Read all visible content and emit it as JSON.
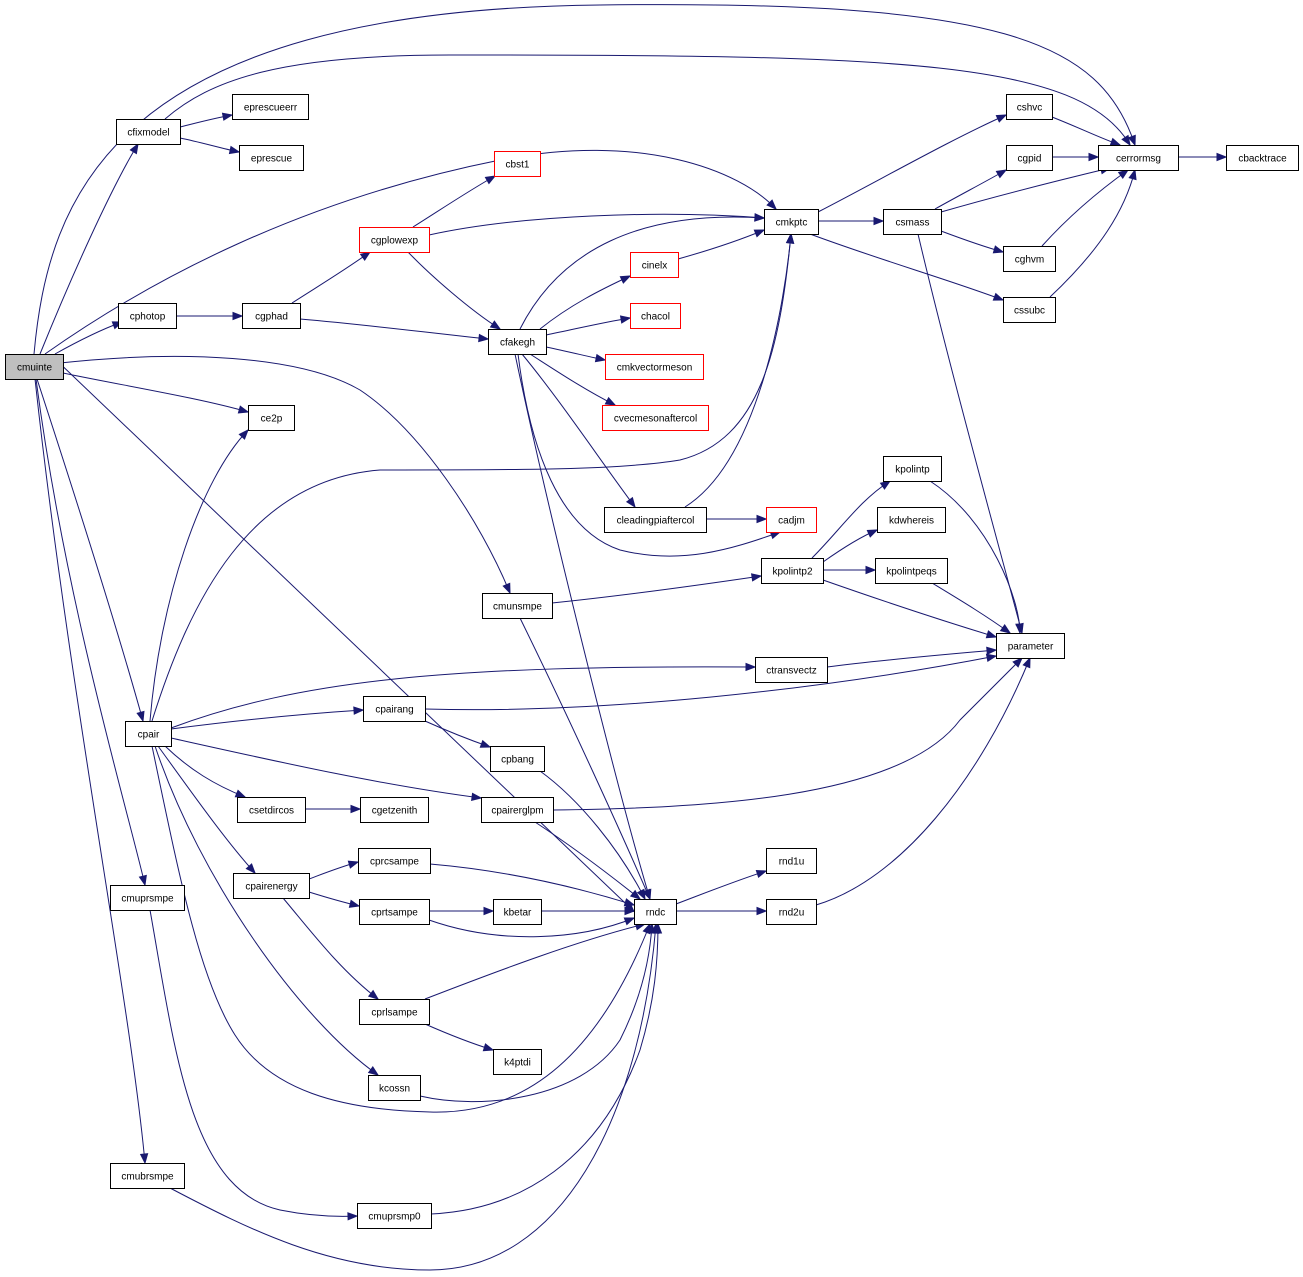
{
  "colors": {
    "edge": "#191970",
    "root_fill": "#bfbfbf",
    "node_fill": "#ffffff",
    "node_border": "#000000",
    "truncated_border": "#ff0000"
  },
  "nodes": [
    {
      "id": "cmuinte",
      "label": "cmuinte",
      "root": true
    },
    {
      "id": "cfixmodel",
      "label": "cfixmodel"
    },
    {
      "id": "eprescueerr",
      "label": "eprescueerr"
    },
    {
      "id": "eprescue",
      "label": "eprescue"
    },
    {
      "id": "cbst1",
      "label": "cbst1",
      "truncated": true
    },
    {
      "id": "cgplowexp",
      "label": "cgplowexp",
      "truncated": true
    },
    {
      "id": "cmkptc",
      "label": "cmkptc"
    },
    {
      "id": "cshvc",
      "label": "cshvc"
    },
    {
      "id": "cgpid",
      "label": "cgpid"
    },
    {
      "id": "cerrormsg",
      "label": "cerrormsg"
    },
    {
      "id": "cbacktrace",
      "label": "cbacktrace"
    },
    {
      "id": "csmass",
      "label": "csmass"
    },
    {
      "id": "cghvm",
      "label": "cghvm"
    },
    {
      "id": "cssubc",
      "label": "cssubc"
    },
    {
      "id": "cinelx",
      "label": "cinelx",
      "truncated": true
    },
    {
      "id": "cphotop",
      "label": "cphotop"
    },
    {
      "id": "cgphad",
      "label": "cgphad"
    },
    {
      "id": "cfakegh",
      "label": "cfakegh"
    },
    {
      "id": "chacol",
      "label": "chacol",
      "truncated": true
    },
    {
      "id": "cmkvectormeson",
      "label": "cmkvectormeson",
      "truncated": true
    },
    {
      "id": "cvecmesonaftercol",
      "label": "cvecmesonaftercol",
      "truncated": true
    },
    {
      "id": "ce2p",
      "label": "ce2p"
    },
    {
      "id": "kpolintp",
      "label": "kpolintp"
    },
    {
      "id": "cleadingpiaftercol",
      "label": "cleadingpiaftercol"
    },
    {
      "id": "cadjm",
      "label": "cadjm",
      "truncated": true
    },
    {
      "id": "kdwhereis",
      "label": "kdwhereis"
    },
    {
      "id": "kpolintp2",
      "label": "kpolintp2"
    },
    {
      "id": "kpolintpeqs",
      "label": "kpolintpeqs"
    },
    {
      "id": "cmunsmpe",
      "label": "cmunsmpe"
    },
    {
      "id": "parameter",
      "label": "parameter"
    },
    {
      "id": "ctransvectz",
      "label": "ctransvectz"
    },
    {
      "id": "cpairang",
      "label": "cpairang"
    },
    {
      "id": "cpair",
      "label": "cpair"
    },
    {
      "id": "cpbang",
      "label": "cpbang"
    },
    {
      "id": "csetdircos",
      "label": "csetdircos"
    },
    {
      "id": "cgetzenith",
      "label": "cgetzenith"
    },
    {
      "id": "cpairerglpm",
      "label": "cpairerglpm"
    },
    {
      "id": "rnd1u",
      "label": "rnd1u"
    },
    {
      "id": "cprcsampe",
      "label": "cprcsampe"
    },
    {
      "id": "cpairenergy",
      "label": "cpairenergy"
    },
    {
      "id": "cmuprsmpe",
      "label": "cmuprsmpe"
    },
    {
      "id": "cprtsampe",
      "label": "cprtsampe"
    },
    {
      "id": "kbetar",
      "label": "kbetar"
    },
    {
      "id": "rndc",
      "label": "rndc"
    },
    {
      "id": "rnd2u",
      "label": "rnd2u"
    },
    {
      "id": "cprlsampe",
      "label": "cprlsampe"
    },
    {
      "id": "k4ptdi",
      "label": "k4ptdi"
    },
    {
      "id": "kcossn",
      "label": "kcossn"
    },
    {
      "id": "cmubrsmpe",
      "label": "cmubrsmpe"
    },
    {
      "id": "cmuprsmp0",
      "label": "cmuprsmp0"
    }
  ],
  "edges": [
    [
      "cmuinte",
      "cfixmodel"
    ],
    [
      "cmuinte",
      "cerrormsg"
    ],
    [
      "cmuinte",
      "cmkptc"
    ],
    [
      "cmuinte",
      "cphotop"
    ],
    [
      "cmuinte",
      "ce2p"
    ],
    [
      "cmuinte",
      "cmunsmpe"
    ],
    [
      "cmuinte",
      "cpair"
    ],
    [
      "cmuinte",
      "cmuprsmpe"
    ],
    [
      "cmuinte",
      "cmubrsmpe"
    ],
    [
      "cmuinte",
      "rndc"
    ],
    [
      "cfixmodel",
      "eprescueerr"
    ],
    [
      "cfixmodel",
      "eprescue"
    ],
    [
      "cfixmodel",
      "cerrormsg"
    ],
    [
      "cphotop",
      "cgphad"
    ],
    [
      "cgphad",
      "cgplowexp"
    ],
    [
      "cgphad",
      "cfakegh"
    ],
    [
      "cgplowexp",
      "cbst1"
    ],
    [
      "cgplowexp",
      "cmkptc"
    ],
    [
      "cgplowexp",
      "cfakegh"
    ],
    [
      "cfakegh",
      "cmkptc"
    ],
    [
      "cfakegh",
      "cinelx"
    ],
    [
      "cfakegh",
      "chacol"
    ],
    [
      "cfakegh",
      "cmkvectormeson"
    ],
    [
      "cfakegh",
      "cvecmesonaftercol"
    ],
    [
      "cfakegh",
      "cleadingpiaftercol"
    ],
    [
      "cfakegh",
      "cadjm"
    ],
    [
      "cfakegh",
      "rndc"
    ],
    [
      "cinelx",
      "cmkptc"
    ],
    [
      "cleadingpiaftercol",
      "cmkptc"
    ],
    [
      "cleadingpiaftercol",
      "cadjm"
    ],
    [
      "cmkptc",
      "cshvc"
    ],
    [
      "cmkptc",
      "csmass"
    ],
    [
      "cmkptc",
      "cssubc"
    ],
    [
      "cshvc",
      "cerrormsg"
    ],
    [
      "cgpid",
      "cerrormsg"
    ],
    [
      "cerrormsg",
      "cbacktrace"
    ],
    [
      "csmass",
      "cgpid"
    ],
    [
      "csmass",
      "cerrormsg"
    ],
    [
      "csmass",
      "cghvm"
    ],
    [
      "csmass",
      "parameter"
    ],
    [
      "cghvm",
      "cerrormsg"
    ],
    [
      "cssubc",
      "cerrormsg"
    ],
    [
      "cmunsmpe",
      "kpolintp2"
    ],
    [
      "cmunsmpe",
      "rndc"
    ],
    [
      "kpolintp2",
      "kpolintp"
    ],
    [
      "kpolintp2",
      "kdwhereis"
    ],
    [
      "kpolintp2",
      "kpolintpeqs"
    ],
    [
      "kpolintp2",
      "parameter"
    ],
    [
      "kpolintp",
      "parameter"
    ],
    [
      "kpolintpeqs",
      "parameter"
    ],
    [
      "cpair",
      "ce2p"
    ],
    [
      "cpair",
      "cmkptc"
    ],
    [
      "cpair",
      "ctransvectz"
    ],
    [
      "cpair",
      "cpairang"
    ],
    [
      "cpair",
      "csetdircos"
    ],
    [
      "cpair",
      "cpairerglpm"
    ],
    [
      "cpair",
      "cpairenergy"
    ],
    [
      "cpair",
      "kcossn"
    ],
    [
      "cpair",
      "rndc"
    ],
    [
      "ctransvectz",
      "parameter"
    ],
    [
      "cpairang",
      "parameter"
    ],
    [
      "cpairang",
      "cpbang"
    ],
    [
      "cpbang",
      "rndc"
    ],
    [
      "csetdircos",
      "cgetzenith"
    ],
    [
      "cpairerglpm",
      "parameter"
    ],
    [
      "cpairerglpm",
      "rndc"
    ],
    [
      "cpairenergy",
      "cprcsampe"
    ],
    [
      "cpairenergy",
      "cprtsampe"
    ],
    [
      "cpairenergy",
      "cprlsampe"
    ],
    [
      "cprcsampe",
      "rndc"
    ],
    [
      "cprtsampe",
      "kbetar"
    ],
    [
      "cprtsampe",
      "rndc"
    ],
    [
      "kbetar",
      "rndc"
    ],
    [
      "cprlsampe",
      "rndc"
    ],
    [
      "cprlsampe",
      "k4ptdi"
    ],
    [
      "kcossn",
      "rndc"
    ],
    [
      "rndc",
      "rnd1u"
    ],
    [
      "rndc",
      "rnd2u"
    ],
    [
      "rnd2u",
      "parameter"
    ],
    [
      "cmuprsmpe",
      "cmuprsmp0"
    ],
    [
      "cmubrsmpe",
      "rndc"
    ],
    [
      "cmuprsmp0",
      "rndc"
    ]
  ]
}
